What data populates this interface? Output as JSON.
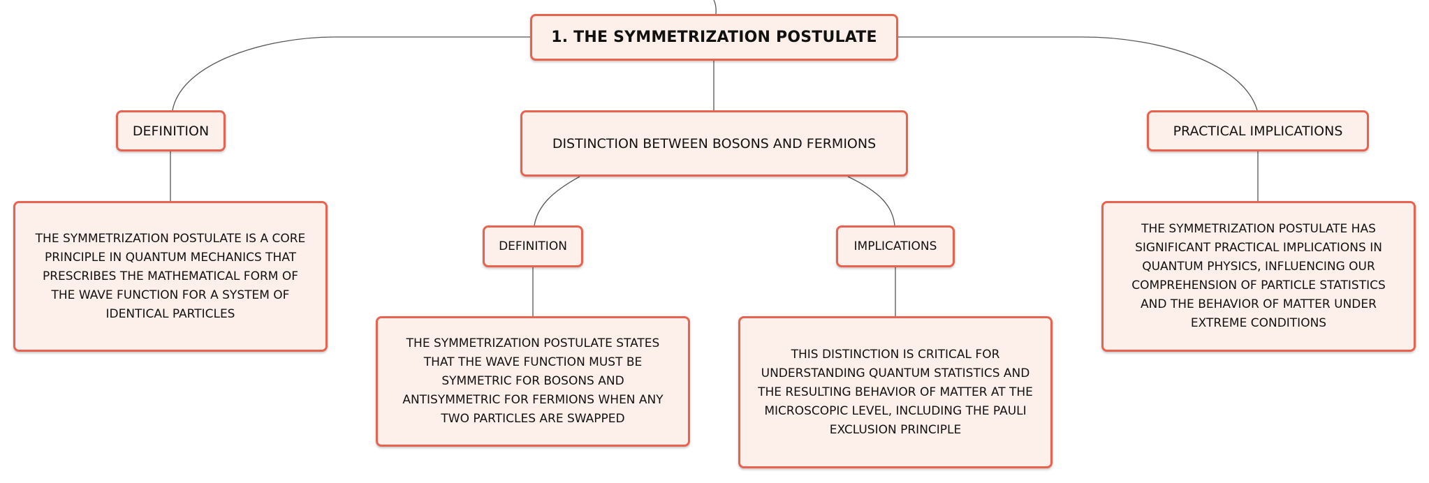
{
  "colors": {
    "node_fill": "#fdefe9",
    "node_border": "#e8634f",
    "connector": "#555555",
    "text": "#111111"
  },
  "root": {
    "title": "1. THE SYMMETRIZATION POSTULATE"
  },
  "branches": {
    "definition": {
      "label": "DEFINITION",
      "detail": "THE SYMMETRIZATION POSTULATE IS A CORE PRINCIPLE IN QUANTUM MECHANICS THAT PRESCRIBES THE MATHEMATICAL FORM OF THE WAVE FUNCTION FOR A SYSTEM OF IDENTICAL PARTICLES"
    },
    "distinction": {
      "label": "DISTINCTION BETWEEN BOSONS AND FERMIONS",
      "definition": {
        "label": "DEFINITION",
        "detail": "THE SYMMETRIZATION POSTULATE STATES THAT THE WAVE FUNCTION MUST BE SYMMETRIC FOR BOSONS AND ANTISYMMETRIC FOR FERMIONS WHEN ANY TWO PARTICLES ARE SWAPPED"
      },
      "implications": {
        "label": "IMPLICATIONS",
        "detail": "THIS DISTINCTION IS CRITICAL FOR UNDERSTANDING QUANTUM STATISTICS AND THE RESULTING BEHAVIOR OF MATTER AT THE MICROSCOPIC LEVEL, INCLUDING THE PAULI EXCLUSION PRINCIPLE"
      }
    },
    "practical": {
      "label": "PRACTICAL IMPLICATIONS",
      "detail": "THE SYMMETRIZATION POSTULATE HAS SIGNIFICANT PRACTICAL IMPLICATIONS IN QUANTUM PHYSICS, INFLUENCING OUR COMPREHENSION OF PARTICLE STATISTICS AND THE BEHAVIOR OF MATTER UNDER EXTREME CONDITIONS"
    }
  }
}
